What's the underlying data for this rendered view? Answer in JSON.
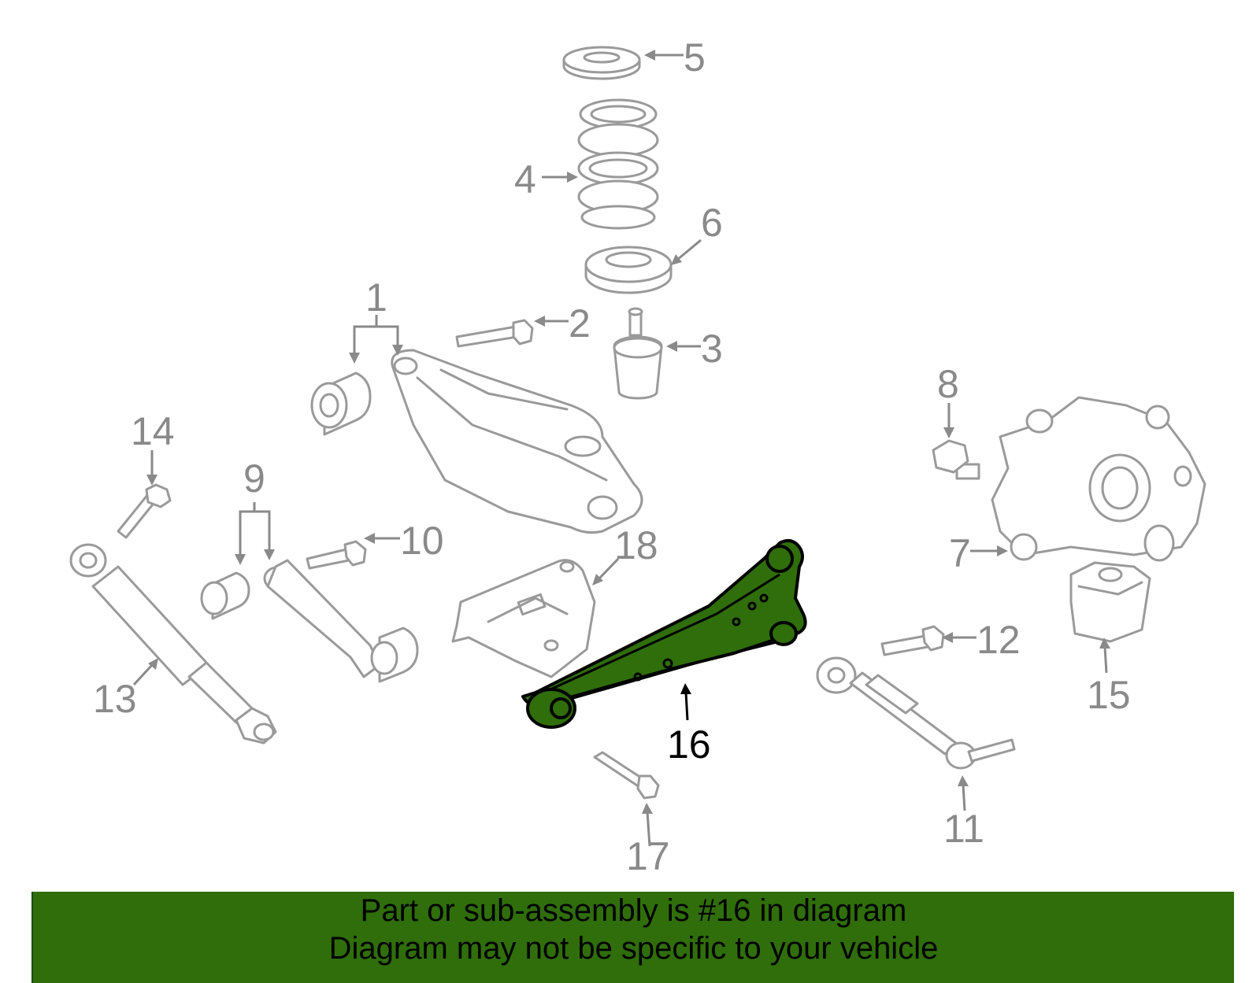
{
  "callouts": {
    "c1": "1",
    "c2": "2",
    "c3": "3",
    "c4": "4",
    "c5": "5",
    "c6": "6",
    "c7": "7",
    "c8": "8",
    "c9": "9",
    "c10": "10",
    "c11": "11",
    "c12": "12",
    "c13": "13",
    "c14": "14",
    "c15": "15",
    "c16": "16",
    "c17": "17",
    "c18": "18"
  },
  "highlight": {
    "part_number": "16",
    "color": "#2f6e0a"
  },
  "banner": {
    "line1": "Part or sub-assembly is #16 in diagram",
    "line2": "Diagram may not be specific to your vehicle",
    "background": "#2f6e0a"
  },
  "colors": {
    "part_outline": "#9a9a9a",
    "label": "#8a8a8a",
    "highlight_label": "#000000"
  }
}
